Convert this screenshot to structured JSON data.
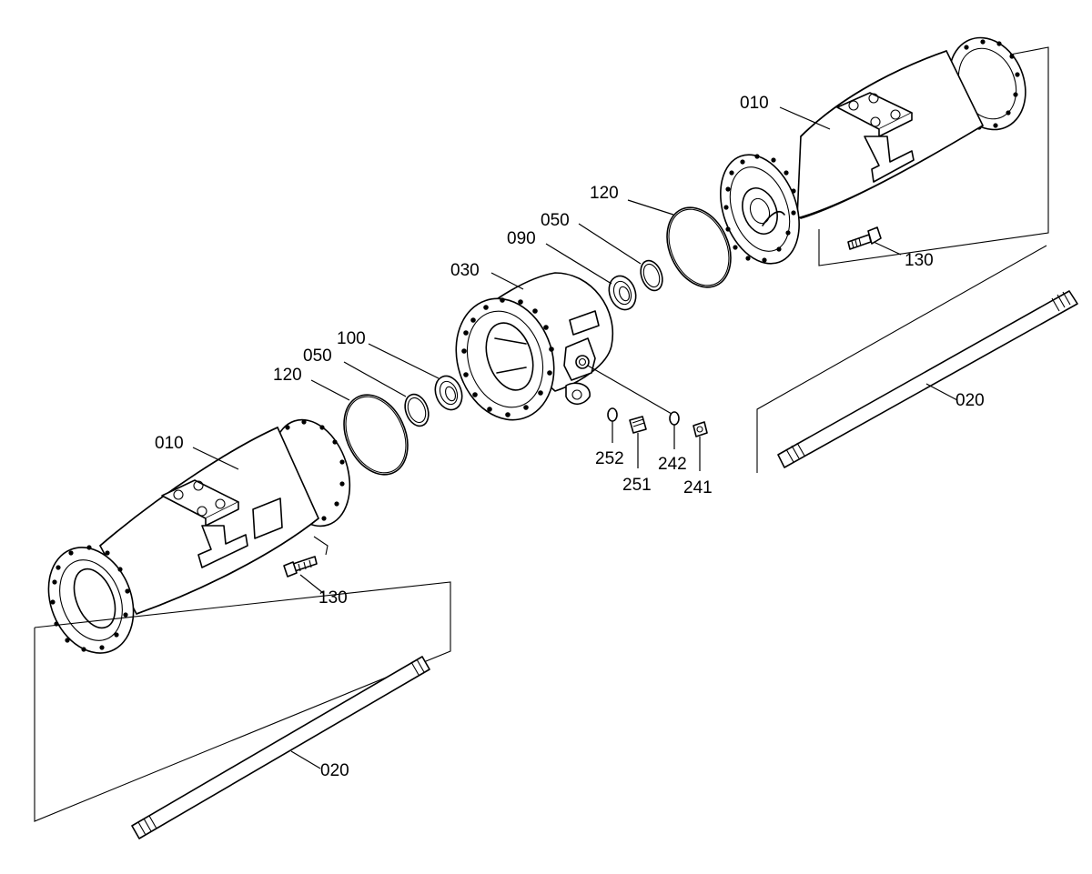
{
  "callouts": [
    {
      "id": "c_010_right",
      "text": "010"
    },
    {
      "id": "c_120_right",
      "text": "120"
    },
    {
      "id": "c_050_right",
      "text": "050"
    },
    {
      "id": "c_090",
      "text": "090"
    },
    {
      "id": "c_030",
      "text": "030"
    },
    {
      "id": "c_130_right",
      "text": "130"
    },
    {
      "id": "c_100",
      "text": "100"
    },
    {
      "id": "c_050_left",
      "text": "050"
    },
    {
      "id": "c_120_left",
      "text": "120"
    },
    {
      "id": "c_010_left",
      "text": "010"
    },
    {
      "id": "c_130_left",
      "text": "130"
    },
    {
      "id": "c_020_right",
      "text": "020"
    },
    {
      "id": "c_020_left",
      "text": "020"
    },
    {
      "id": "c_252",
      "text": "252"
    },
    {
      "id": "c_251",
      "text": "251"
    },
    {
      "id": "c_242",
      "text": "242"
    },
    {
      "id": "c_241",
      "text": "241"
    }
  ]
}
